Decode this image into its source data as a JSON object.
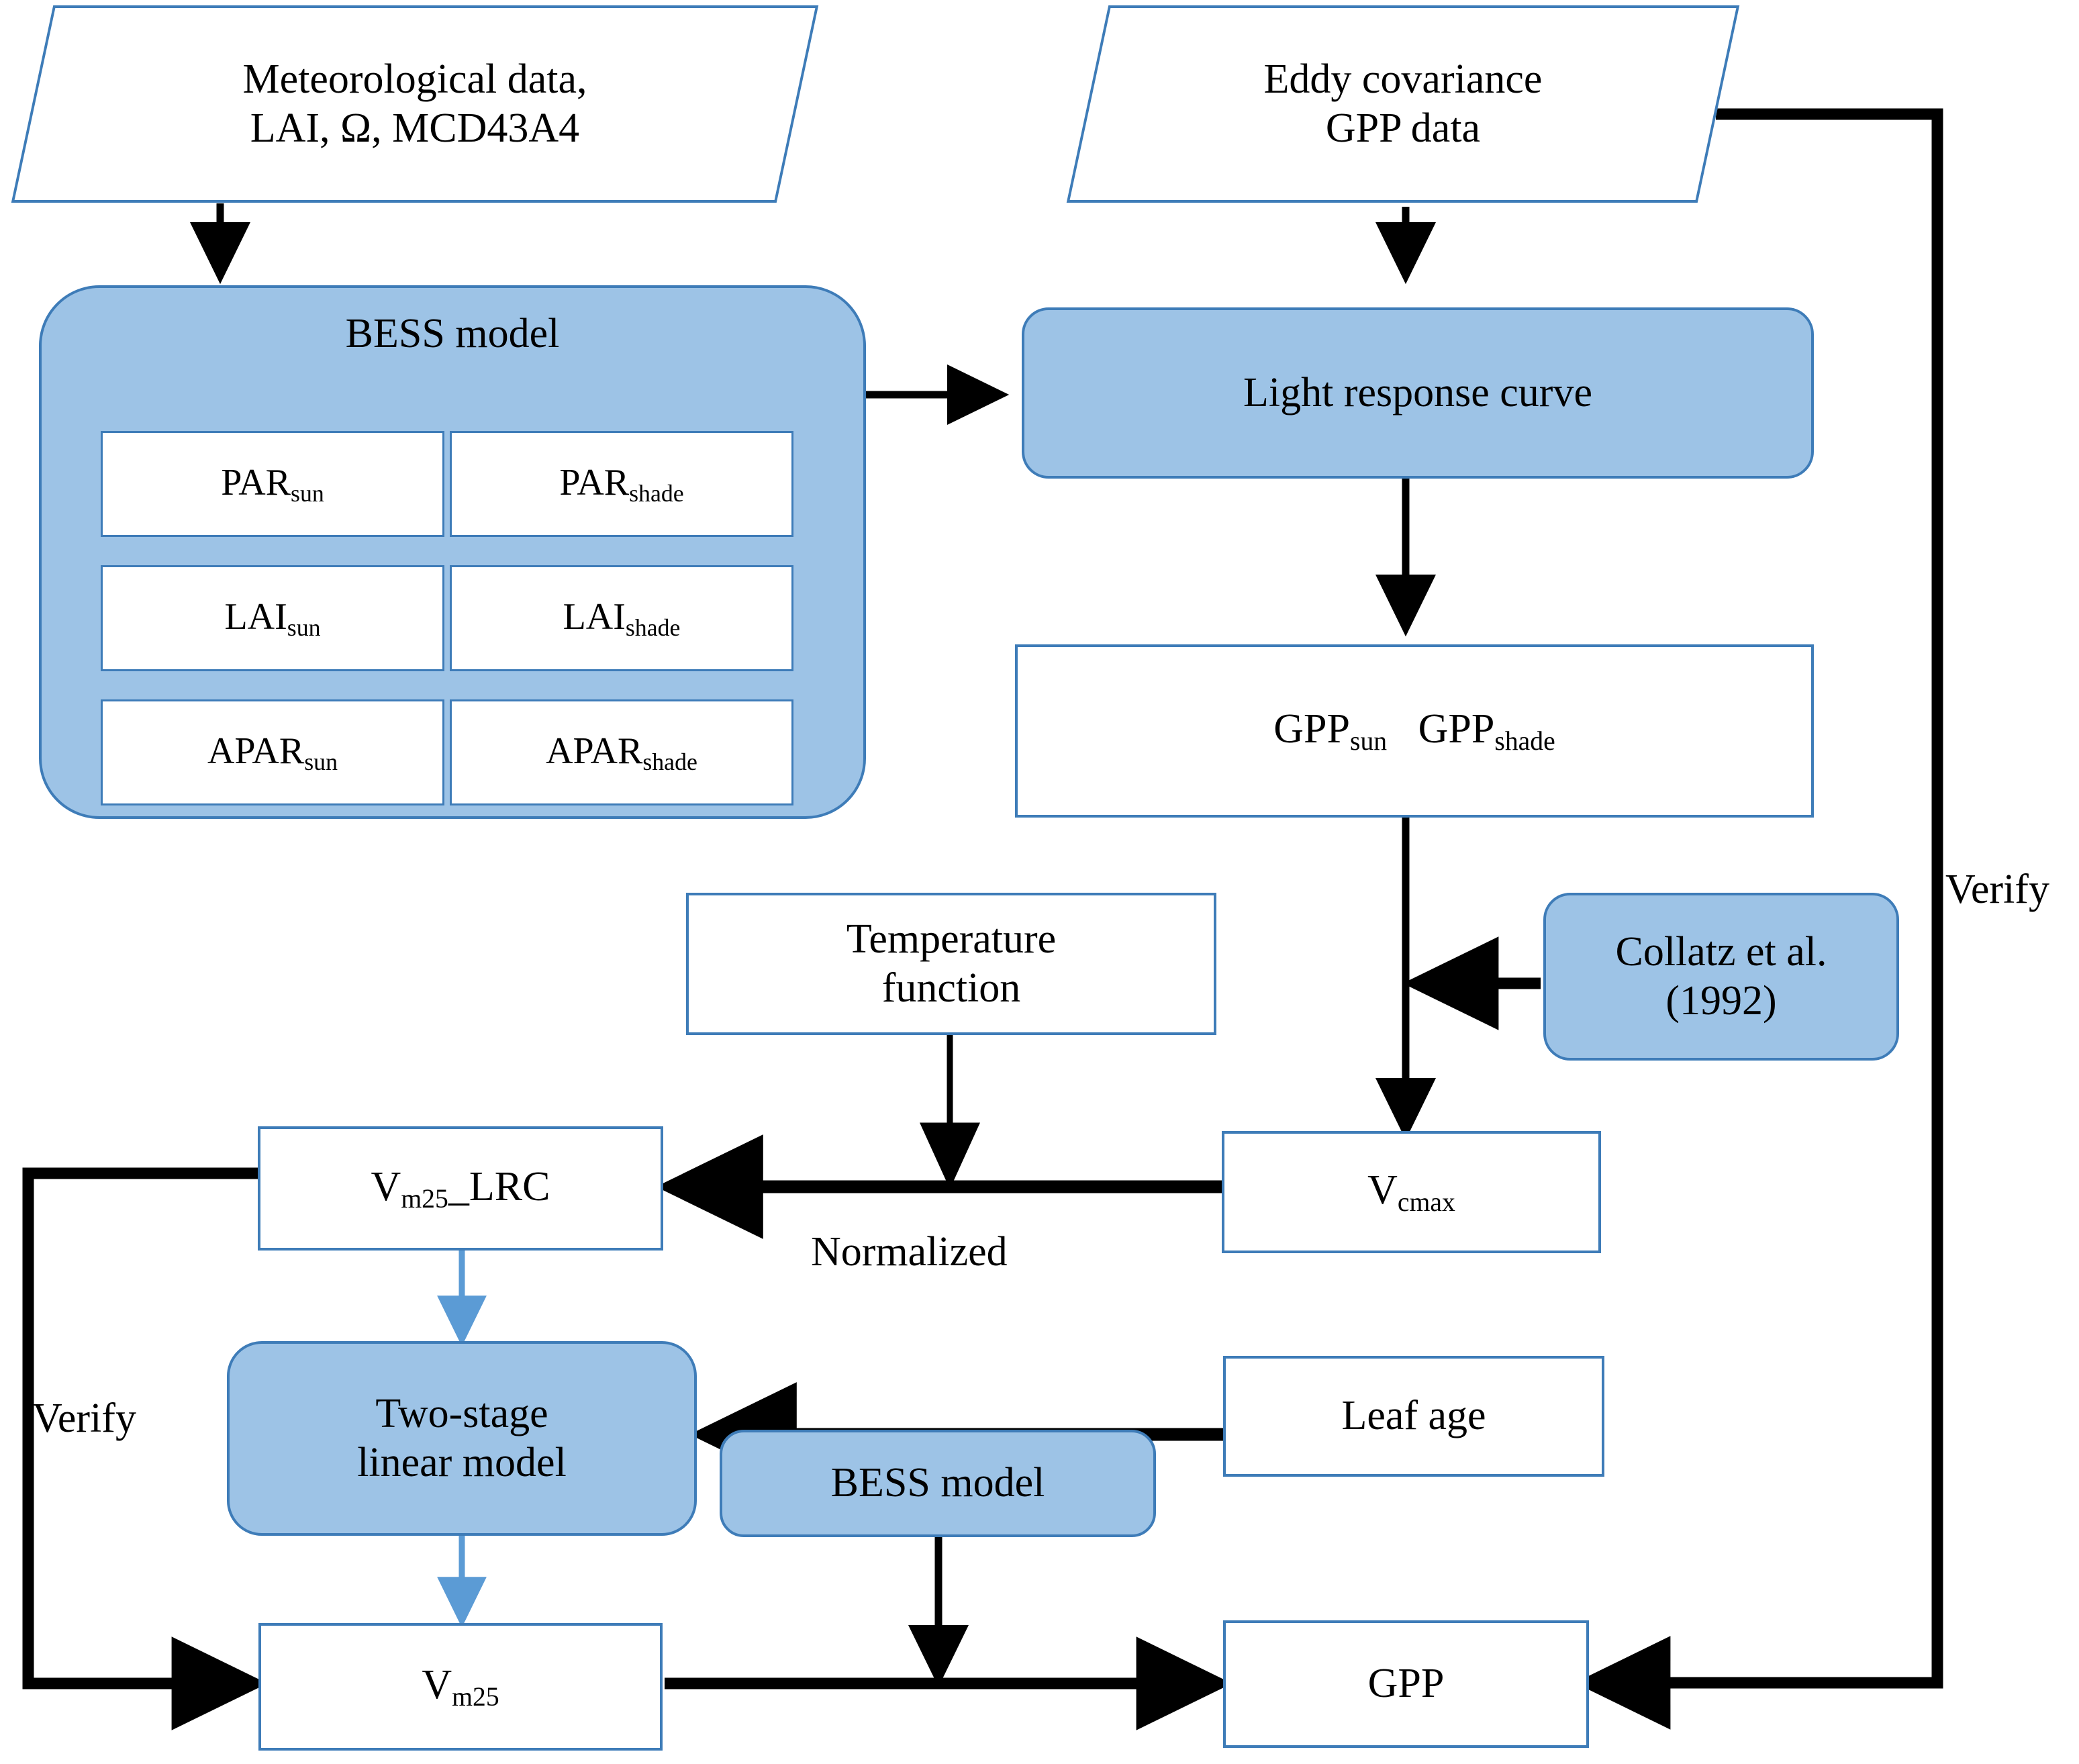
{
  "diagram": {
    "title": "BESS model Vcmax / Vm25 estimation workflow",
    "colors": {
      "node_fill_blue": "#9DC3E6",
      "node_border_blue": "#3E7CB8",
      "node_fill_white": "#FFFFFF",
      "arrow_black": "#000000",
      "arrow_blue": "#5B9BD5"
    },
    "nodes": {
      "meteorological_data": {
        "line1": "Meteorological data,",
        "line2": "LAI,  Ω,  MCD43A4",
        "shape": "parallelogram"
      },
      "eddy_covariance": {
        "line1": "Eddy covariance",
        "line2": "GPP data",
        "shape": "parallelogram"
      },
      "bess_model_top": {
        "label": "BESS model",
        "shape": "rounded-rect-filled"
      },
      "bess_cells": [
        {
          "base": "PAR",
          "sub": "sun"
        },
        {
          "base": "PAR",
          "sub": "shade"
        },
        {
          "base": "LAI",
          "sub": "sun"
        },
        {
          "base": "LAI",
          "sub": "shade"
        },
        {
          "base": "APAR",
          "sub": "sun"
        },
        {
          "base": "APAR",
          "sub": "shade"
        }
      ],
      "light_response_curve": {
        "label": "Light response curve",
        "shape": "rounded-rect-filled"
      },
      "gpp_partition": {
        "item1_base": "GPP",
        "item1_sub": "sun",
        "item2_base": "GPP",
        "item2_sub": "shade",
        "shape": "rect"
      },
      "collatz": {
        "line1": "Collatz et al.",
        "line2": "(1992)",
        "shape": "rounded-rect-filled"
      },
      "temperature_function": {
        "line1": "Temperature",
        "line2": "function",
        "shape": "rect"
      },
      "vcmax": {
        "base": "V",
        "sub": "cmax",
        "shape": "rect"
      },
      "vm25_lrc": {
        "base": "V",
        "sub": "m25",
        "tail": "_LRC",
        "shape": "rect"
      },
      "two_stage_linear_model": {
        "line1": "Two-stage",
        "line2": "linear model",
        "shape": "rounded-rect-filled"
      },
      "leaf_age": {
        "label": "Leaf age",
        "shape": "rect"
      },
      "bess_model_bottom": {
        "label": "BESS model",
        "shape": "rounded-rect-filled"
      },
      "vm25": {
        "base": "V",
        "sub": "m25",
        "shape": "rect"
      },
      "gpp": {
        "label": "GPP",
        "shape": "rect"
      }
    },
    "edge_labels": {
      "normalized": "Normalized",
      "verify_left": "Verify",
      "verify_right": "Verify"
    }
  }
}
